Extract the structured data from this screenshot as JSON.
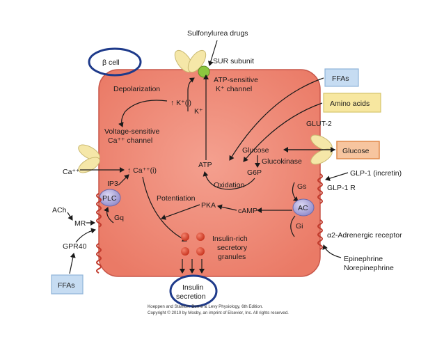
{
  "labels": {
    "beta_cell": "β cell",
    "sulfonylurea": "Sulfonylurea drugs",
    "sur_subunit": "SUR subunit",
    "atp_channel_1": "ATP-sensitive",
    "atp_channel_2": "K⁺ channel",
    "ffas_top": "FFAs",
    "amino_acids": "Amino acids",
    "glut2": "GLUT-2",
    "glucose_ext": "Glucose",
    "depolarization": "Depolarization",
    "k_i": "↑ K⁺(i)",
    "k_plus": "K⁺",
    "vs_channel_1": "Voltage-sensitive",
    "vs_channel_2": "Ca⁺⁺ channel",
    "ca_ext": "Ca⁺⁺",
    "ca_i": "↑ Ca⁺⁺(i)",
    "glucose_int": "Glucose",
    "glucokinase": "Glucokinase",
    "g6p": "G6P",
    "atp": "ATP",
    "oxidation": "Oxidation",
    "glp1_incretin": "GLP-1 (incretin)",
    "glp1r": "GLP-1 R",
    "gs": "Gs",
    "ac": "AC",
    "gi": "Gi",
    "alpha2": "α2-Adrenergic receptor",
    "epinephrine": "Epinephrine",
    "norepinephrine": "Norepinephrine",
    "ip3": "IP3",
    "plc": "PLC",
    "gq": "Gq",
    "ach": "ACh",
    "mr": "MR",
    "gpr40": "GPR40",
    "ffas_bottom": "FFAs",
    "potentiation": "Potentiation",
    "pka": "PKA",
    "camp": "cAMP",
    "granules_1": "Insulin-rich",
    "granules_2": "secretory",
    "granules_3": "granules",
    "secretion_1": "Insulin",
    "secretion_2": "secretion",
    "caption_1": "Koeppen and Stanton: Berne & Levy Physiology, 6th Edition.",
    "caption_2": "Copyright © 2010 by Mosby, an imprint of Elsevier, Inc. All rights reserved."
  },
  "colors": {
    "cell_fill": "#f08a78",
    "cell_stroke": "#c8574a",
    "channel_fill": "#f5e7a8",
    "sur_fill": "#8cc63f",
    "receptor": "#c0392b",
    "enzyme_fill": "#b9b4e0",
    "granule": "#d9452f",
    "ffa_fill": "#c6dcf2",
    "amino_fill": "#f7e7a0",
    "glucose_fill": "#f7c59f",
    "highlight": "#1e3a8a"
  }
}
